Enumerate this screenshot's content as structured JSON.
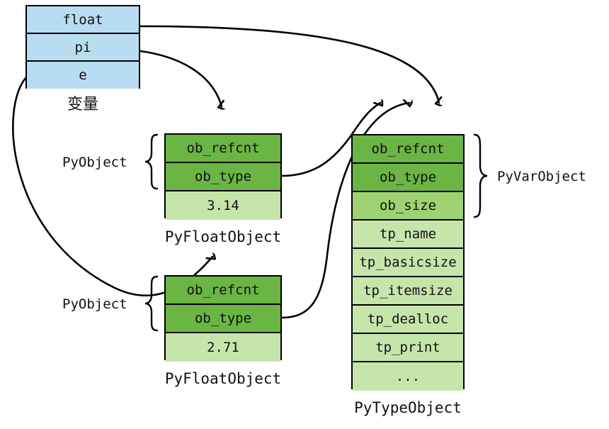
{
  "diagram": {
    "title_variables": "变量",
    "variables": {
      "name": "variables-table",
      "rows": [
        {
          "label": "float"
        },
        {
          "label": "pi"
        },
        {
          "label": "e"
        }
      ]
    },
    "float_object_1": {
      "caption": "PyFloatObject",
      "brace_label": "PyObject",
      "rows": [
        {
          "label": "ob_refcnt",
          "shade": "g-dark"
        },
        {
          "label": "ob_type",
          "shade": "g-dark"
        },
        {
          "label": "3.14",
          "shade": "g-light"
        }
      ]
    },
    "float_object_2": {
      "caption": "PyFloatObject",
      "brace_label": "PyObject",
      "rows": [
        {
          "label": "ob_refcnt",
          "shade": "g-dark"
        },
        {
          "label": "ob_type",
          "shade": "g-dark"
        },
        {
          "label": "2.71",
          "shade": "g-light"
        }
      ]
    },
    "type_object": {
      "caption": "PyTypeObject",
      "brace_label": "PyVarObject",
      "rows": [
        {
          "label": "ob_refcnt",
          "shade": "g-dark"
        },
        {
          "label": "ob_type",
          "shade": "g-dark"
        },
        {
          "label": "ob_size",
          "shade": "g-mid"
        },
        {
          "label": "tp_name",
          "shade": "g-light"
        },
        {
          "label": "tp_basicsize",
          "shade": "g-light"
        },
        {
          "label": "tp_itemsize",
          "shade": "g-light"
        },
        {
          "label": "tp_dealloc",
          "shade": "g-light"
        },
        {
          "label": "tp_print",
          "shade": "g-light"
        },
        {
          "label": "...",
          "shade": "g-light"
        }
      ]
    },
    "colors": {
      "variable_fill": "#b8dcf0",
      "header_fill": "#6ab544",
      "mid_fill": "#9ed273",
      "body_fill": "#c6e5ab",
      "stroke": "#000000"
    }
  }
}
